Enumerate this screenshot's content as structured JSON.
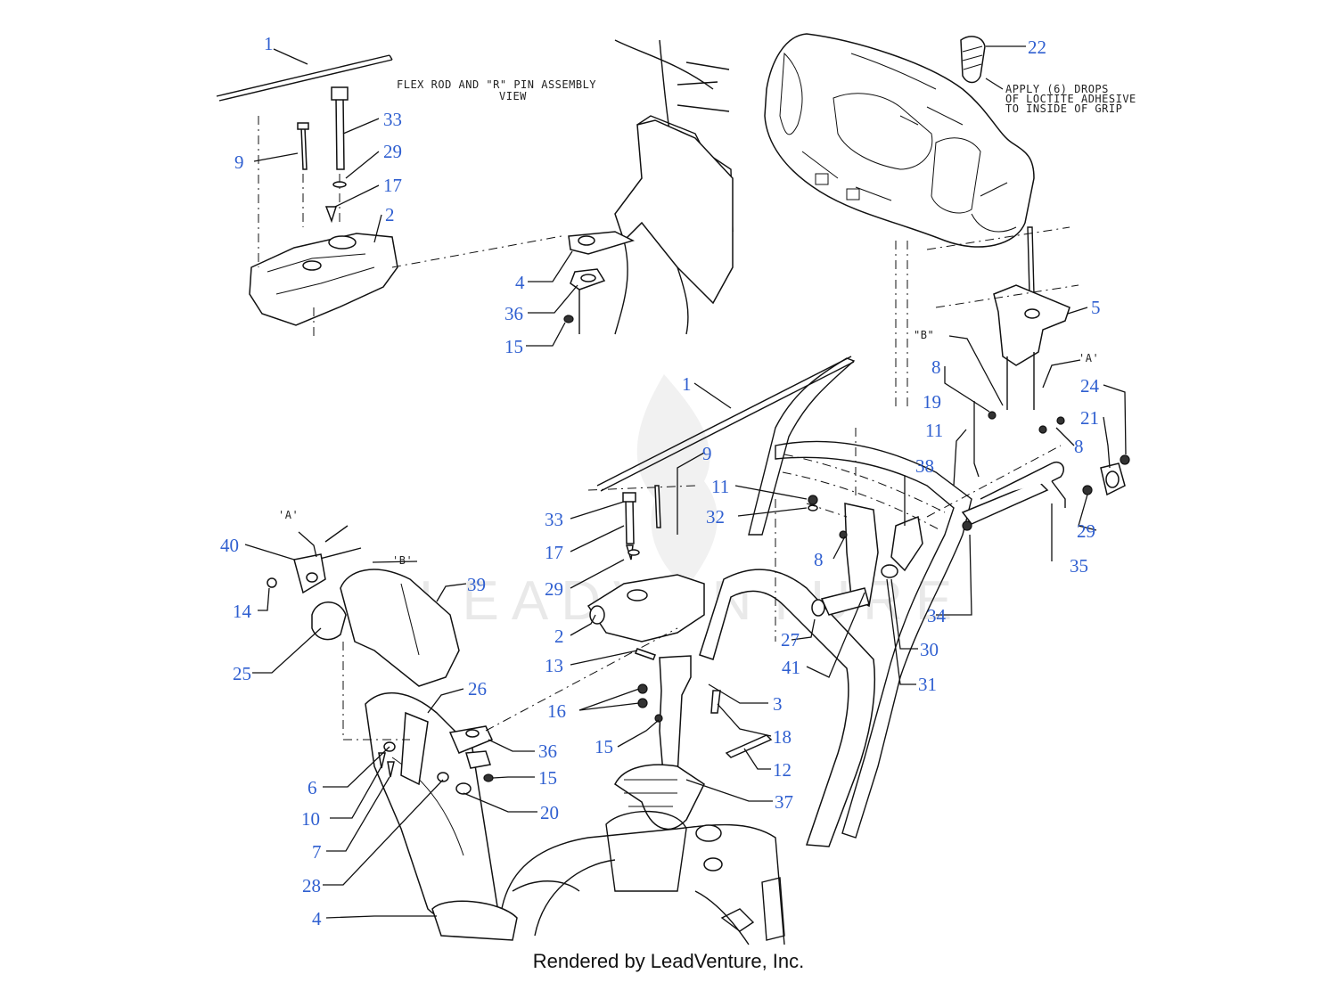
{
  "notes": {
    "flex_rod_title_1": "FLEX ROD AND \"R\" PIN ASSEMBLY",
    "flex_rod_title_2": "VIEW",
    "loctite_1": "APPLY (6) DROPS",
    "loctite_2": "OF LOCTITE ADHESIVE",
    "loctite_3": "TO INSIDE OF GRIP"
  },
  "markers": {
    "a_right": "'A'",
    "b_right": "\"B\"",
    "a_left": "'A'",
    "b_left": "'B'"
  },
  "watermark": "LEADVENTURE",
  "footer": "Rendered by LeadVenture, Inc.",
  "colors": {
    "callout": "#2f5fd0",
    "line": "#111111"
  },
  "callouts": [
    {
      "id": "c1a",
      "label": "1"
    },
    {
      "id": "c9a",
      "label": "9"
    },
    {
      "id": "c33a",
      "label": "33"
    },
    {
      "id": "c29a",
      "label": "29"
    },
    {
      "id": "c17a",
      "label": "17"
    },
    {
      "id": "c2a",
      "label": "2"
    },
    {
      "id": "c4a",
      "label": "4"
    },
    {
      "id": "c36a",
      "label": "36"
    },
    {
      "id": "c15a",
      "label": "15"
    },
    {
      "id": "c22",
      "label": "22"
    },
    {
      "id": "c5",
      "label": "5"
    },
    {
      "id": "c8a",
      "label": "8"
    },
    {
      "id": "c24",
      "label": "24"
    },
    {
      "id": "c21",
      "label": "21"
    },
    {
      "id": "c19",
      "label": "19"
    },
    {
      "id": "c11a",
      "label": "11"
    },
    {
      "id": "c8b",
      "label": "8"
    },
    {
      "id": "c1b",
      "label": "1"
    },
    {
      "id": "c9b",
      "label": "9"
    },
    {
      "id": "c38",
      "label": "38"
    },
    {
      "id": "c11b",
      "label": "11"
    },
    {
      "id": "c32",
      "label": "32"
    },
    {
      "id": "c33b",
      "label": "33"
    },
    {
      "id": "c29b",
      "label": "29"
    },
    {
      "id": "c35",
      "label": "35"
    },
    {
      "id": "c17b",
      "label": "17"
    },
    {
      "id": "c8c",
      "label": "8"
    },
    {
      "id": "c40",
      "label": "40"
    },
    {
      "id": "c39",
      "label": "39"
    },
    {
      "id": "c29c",
      "label": "29"
    },
    {
      "id": "c14",
      "label": "14"
    },
    {
      "id": "c2b",
      "label": "2"
    },
    {
      "id": "c27",
      "label": "27"
    },
    {
      "id": "c34",
      "label": "34"
    },
    {
      "id": "c30",
      "label": "30"
    },
    {
      "id": "c41",
      "label": "41"
    },
    {
      "id": "c25",
      "label": "25"
    },
    {
      "id": "c13",
      "label": "13"
    },
    {
      "id": "c31",
      "label": "31"
    },
    {
      "id": "c26",
      "label": "26"
    },
    {
      "id": "c3",
      "label": "3"
    },
    {
      "id": "c16",
      "label": "16"
    },
    {
      "id": "c18",
      "label": "18"
    },
    {
      "id": "c15b",
      "label": "15"
    },
    {
      "id": "c36b",
      "label": "36"
    },
    {
      "id": "c12",
      "label": "12"
    },
    {
      "id": "c15c",
      "label": "15"
    },
    {
      "id": "c6",
      "label": "6"
    },
    {
      "id": "c37",
      "label": "37"
    },
    {
      "id": "c20",
      "label": "20"
    },
    {
      "id": "c10",
      "label": "10"
    },
    {
      "id": "c7",
      "label": "7"
    },
    {
      "id": "c28",
      "label": "28"
    },
    {
      "id": "c4b",
      "label": "4"
    }
  ]
}
